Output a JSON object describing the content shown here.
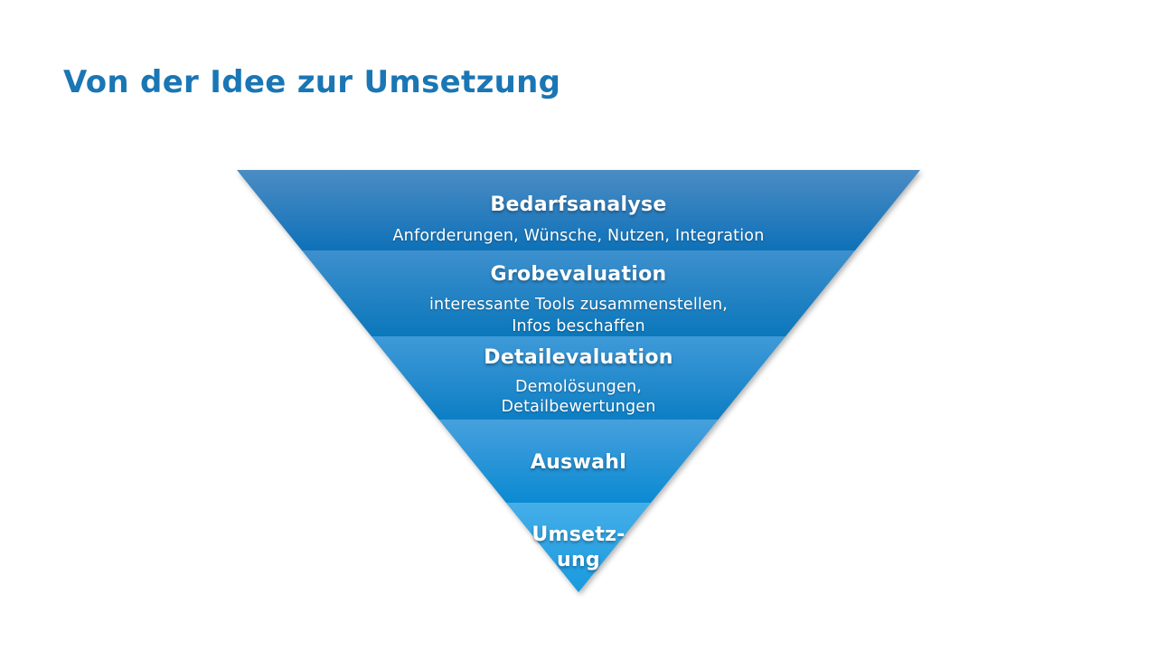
{
  "slide": {
    "title": "Von der Idee zur Umsetzung",
    "title_color": "#1a76b4",
    "background_color": "#ffffff"
  },
  "pyramid": {
    "type": "inverted-pyramid-funnel",
    "text_color": "#ffffff",
    "levels": [
      {
        "name": "bedarfsanalyse",
        "heading": "Bedarfsanalyse",
        "sub": "Anforderungen, Wünsche, Nutzen, Integration",
        "color_top": "#4b8cc4",
        "color_bottom": "#0e71b8"
      },
      {
        "name": "grobevaluation",
        "heading": "Grobevaluation",
        "sub": "interessante Tools zusammenstellen,\nInfos beschaffen",
        "color_top": "#3e90ce",
        "color_bottom": "#0b77bb"
      },
      {
        "name": "detailevaluation",
        "heading": "Detailevaluation",
        "sub": "Demolösungen,\nDetailbewertungen",
        "color_top": "#3f9ad8",
        "color_bottom": "#0d7ec4"
      },
      {
        "name": "auswahl",
        "heading": "Auswahl",
        "sub": "",
        "color_top": "#47a0dd",
        "color_bottom": "#0b8ad2"
      },
      {
        "name": "umsetzung",
        "heading": "Umsetz-\nung",
        "sub": "",
        "color_top": "#45aee9",
        "color_bottom": "#189ade"
      }
    ]
  }
}
